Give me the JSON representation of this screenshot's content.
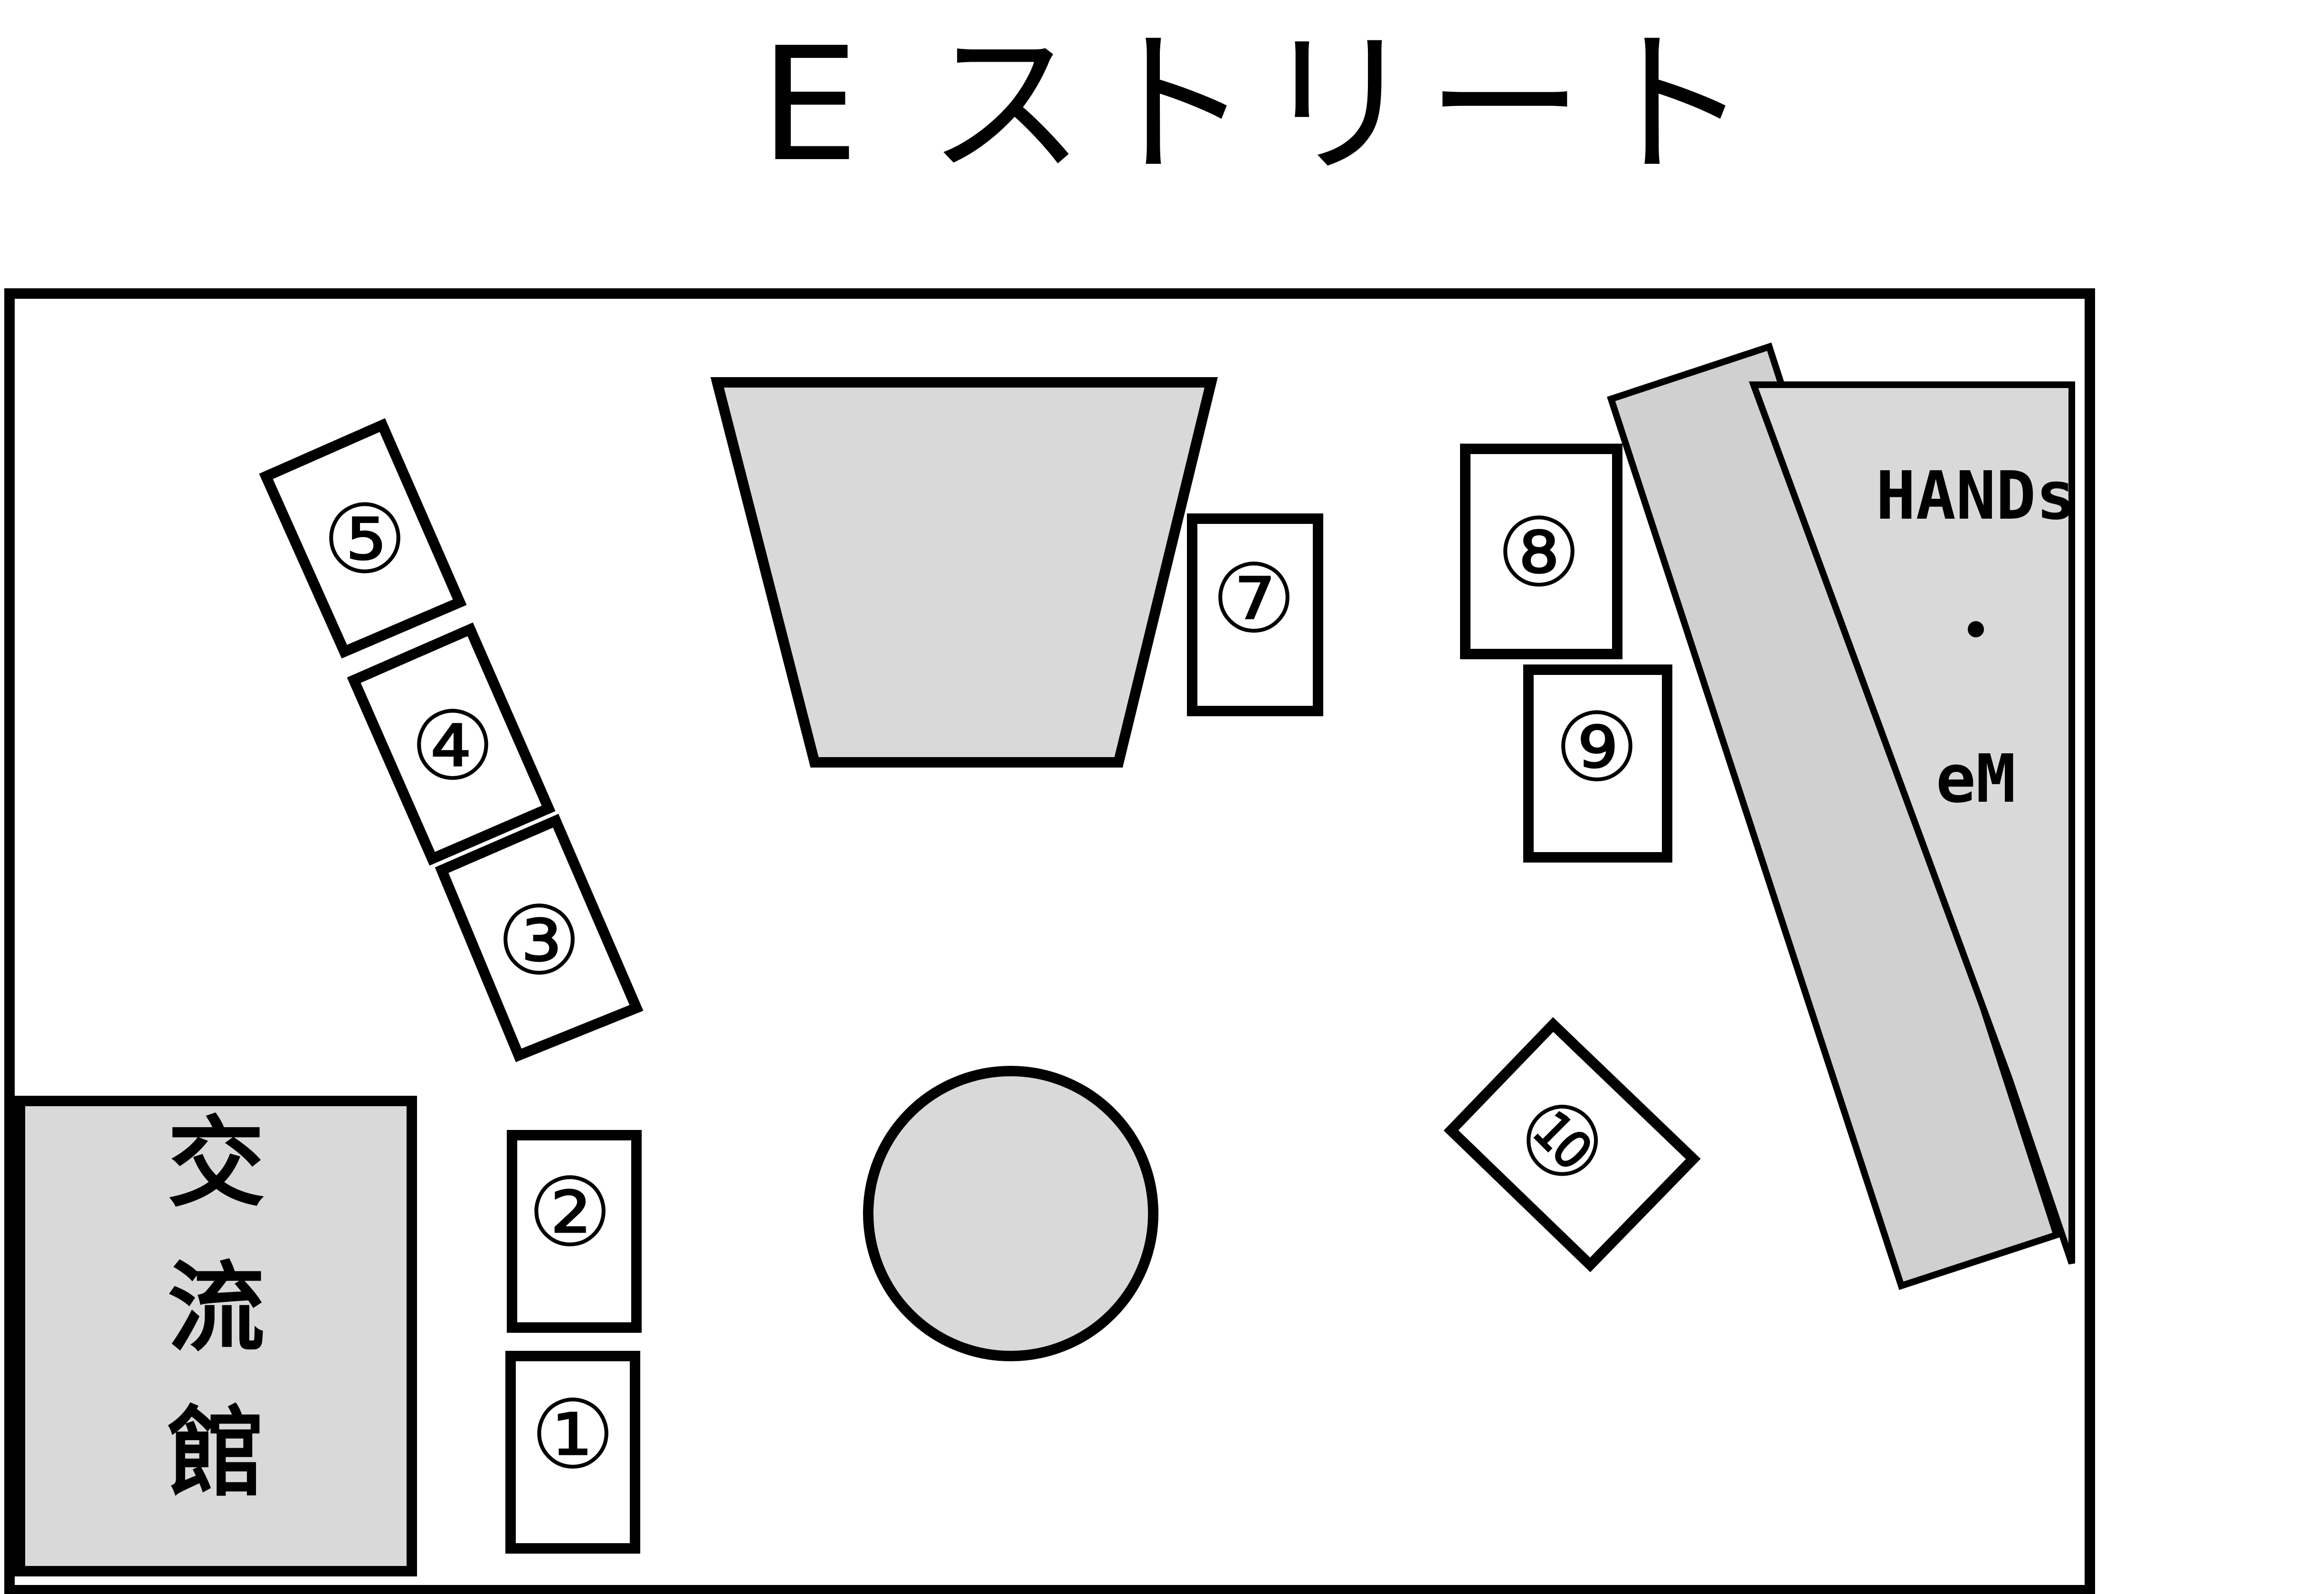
{
  "title": "E ストリート",
  "venue": {
    "building_label": [
      "交",
      "流",
      "館"
    ],
    "shop_label": [
      "HANDs",
      "・",
      "eM"
    ]
  },
  "booths": [
    {
      "id": "booth-1",
      "label": "①"
    },
    {
      "id": "booth-2",
      "label": "②"
    },
    {
      "id": "booth-3",
      "label": "③"
    },
    {
      "id": "booth-4",
      "label": "④"
    },
    {
      "id": "booth-5",
      "label": "⑤"
    },
    {
      "id": "booth-7",
      "label": "⑦"
    },
    {
      "id": "booth-8",
      "label": "⑧"
    },
    {
      "id": "booth-9",
      "label": "⑨"
    },
    {
      "id": "booth-10",
      "label": "⑩"
    }
  ],
  "colors": {
    "stroke": "#000000",
    "fill_gray": "#d9d9d9",
    "fill_white": "#ffffff"
  }
}
